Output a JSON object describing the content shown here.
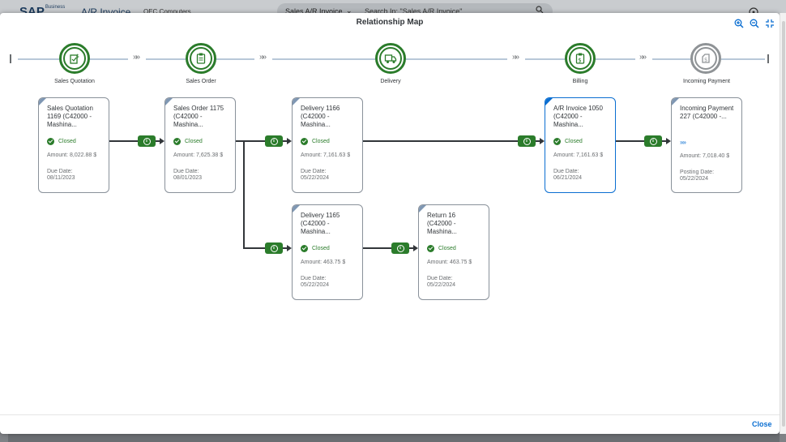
{
  "shell": {
    "logo": "SAP",
    "logo_sub": "Business",
    "app_title": "A/R Invoice",
    "company": "OEC Computers",
    "search_scope": "Sales A/R Invoice",
    "search_placeholder": "Search In: \"Sales A/R Invoice\""
  },
  "dialog": {
    "title": "Relationship Map",
    "close_label": "Close",
    "toolbar_icons": [
      "zoom-in-icon",
      "zoom-out-icon",
      "exit-fullscreen-icon"
    ]
  },
  "lanes": [
    {
      "label": "Sales Quotation",
      "icon": "quotation-icon",
      "state": "done"
    },
    {
      "label": "Sales Order",
      "icon": "order-clipboard-icon",
      "state": "done"
    },
    {
      "label": "Delivery",
      "icon": "truck-icon",
      "state": "done"
    },
    {
      "label": "Billing",
      "icon": "invoice-clipboard-icon",
      "state": "done"
    },
    {
      "label": "Incoming Payment",
      "icon": "payment-icon",
      "state": "pending"
    }
  ],
  "lane_separator": "»»",
  "colors": {
    "accent": "#0a6ed1",
    "success": "#2b7c2b",
    "text": "#32363a",
    "muted": "#6a6d70"
  },
  "documents": [
    {
      "title": "Sales Quotation 1169 (C42000 - Mashina...",
      "status": "Closed",
      "amount": "Amount: 8,022.88 $",
      "date_label": "Due Date:",
      "date": "08/11/2023"
    },
    {
      "title": "Sales Order 1175 (C42000 - Mashina...",
      "status": "Closed",
      "amount": "Amount: 7,625.38 $",
      "date_label": "Due Date:",
      "date": "08/01/2023"
    },
    {
      "title": "Delivery 1166 (C42000 - Mashina...",
      "status": "Closed",
      "amount": "Amount: 7,161.63 $",
      "date_label": "Due Date:",
      "date": "05/22/2024"
    },
    {
      "title": "A/R Invoice 1050 (C42000 - Mashina...",
      "status": "Closed",
      "amount": "Amount: 7,161.63 $",
      "date_label": "Due Date:",
      "date": "06/21/2024",
      "selected": true
    },
    {
      "title": "Incoming Payment 227 (C42000 -...",
      "status_chevrons": "»»",
      "amount": "Amount: 7,018.40 $",
      "date_label": "Posting Date:",
      "date": "05/22/2024"
    },
    {
      "title": "Delivery 1165 (C42000 - Mashina...",
      "status": "Closed",
      "amount": "Amount: 463.75 $",
      "date_label": "Due Date:",
      "date": "05/22/2024"
    },
    {
      "title": "Return 16 (C42000 - Mashina...",
      "status": "Closed",
      "amount": "Amount: 463.75 $",
      "date_label": "Due Date:",
      "date": "05/22/2024"
    }
  ],
  "link_badge_icon": "i"
}
